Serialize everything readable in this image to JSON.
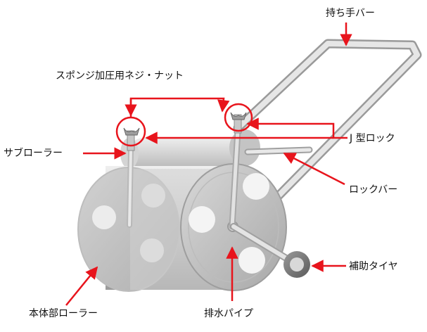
{
  "labels": {
    "handle_bar": "持ち手バー",
    "sponge_nut": "スポンジ加圧用ネジ・ナット",
    "j_lock": "J 型ロック",
    "sub_roller": "サブローラー",
    "lock_bar": "ロックバー",
    "aux_tire": "補助タイヤ",
    "main_roller": "本体部ローラー",
    "drain_pipe": "排水パイプ"
  },
  "colors": {
    "arrow": "#e8141c",
    "label_text": "#111111",
    "metal_light": "#f2f2f2",
    "metal_mid": "#bdbdbd",
    "metal_dark": "#8a8a8a"
  }
}
